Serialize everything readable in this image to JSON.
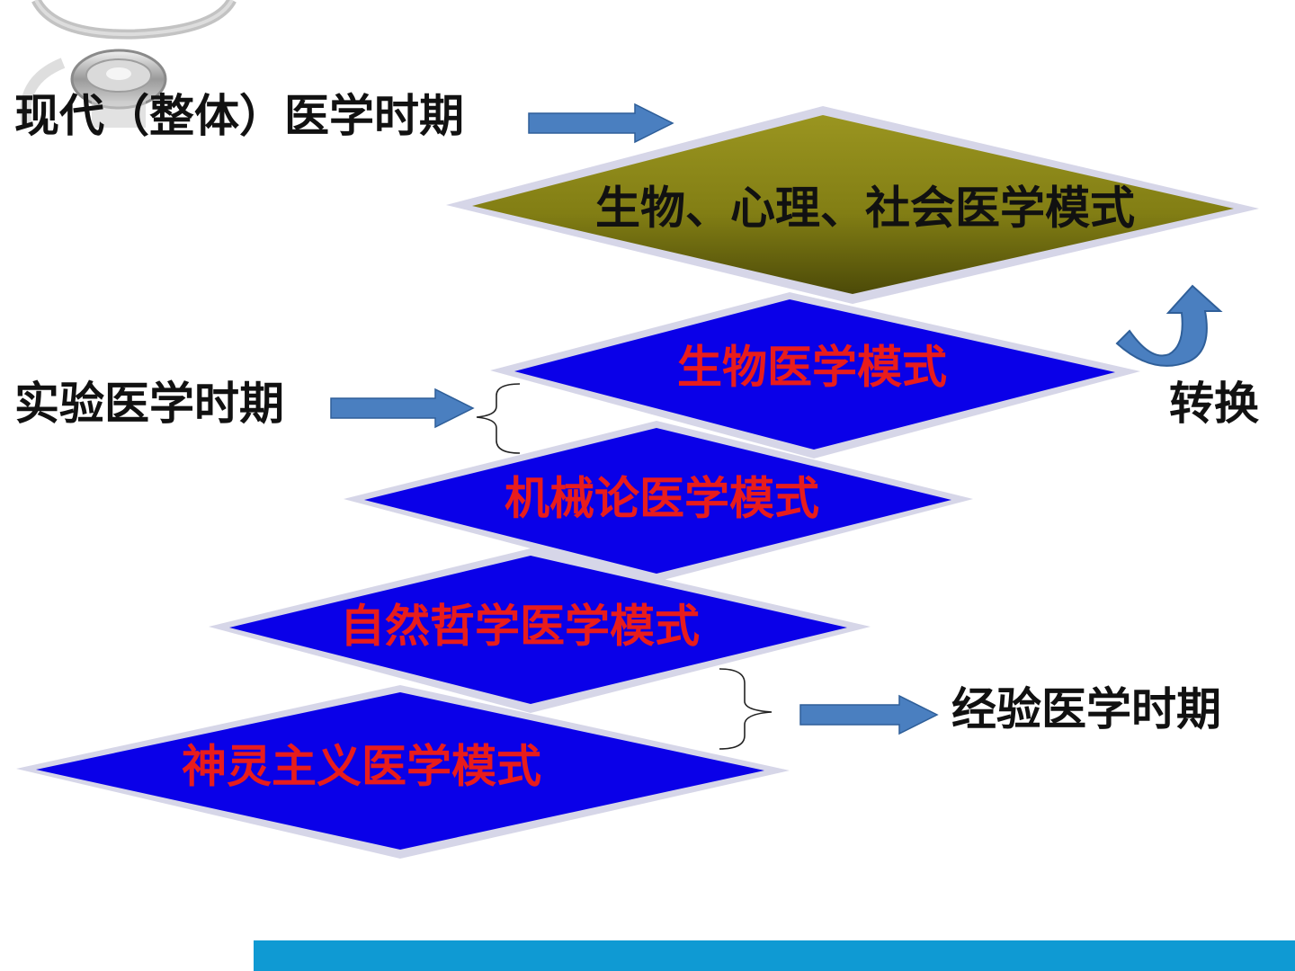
{
  "colors": {
    "layer_fill": "#0a00e8",
    "top_fill": "#827e14",
    "layer_text": "#e81c1c",
    "top_text": "#111111",
    "arrow": "#4a7fc0",
    "bar": "#0f9ad3"
  },
  "icons": [
    "stethoscope-icon",
    "right-arrow-icon",
    "curved-arrow-icon",
    "brace-icon"
  ],
  "periods": {
    "modern": "现代（整体）医学时期",
    "experimental": "实验医学时期",
    "empirical": "经验医学时期"
  },
  "transition_label": "转换",
  "layers": [
    {
      "id": "bio-psycho-social",
      "label": "生物、心理、社会医学模式"
    },
    {
      "id": "biomedical",
      "label": "生物医学模式"
    },
    {
      "id": "mechanistic",
      "label": "机械论医学模式"
    },
    {
      "id": "natural-philosophy",
      "label": "自然哲学医学模式"
    },
    {
      "id": "spiritualism",
      "label": "神灵主义医学模式"
    }
  ]
}
